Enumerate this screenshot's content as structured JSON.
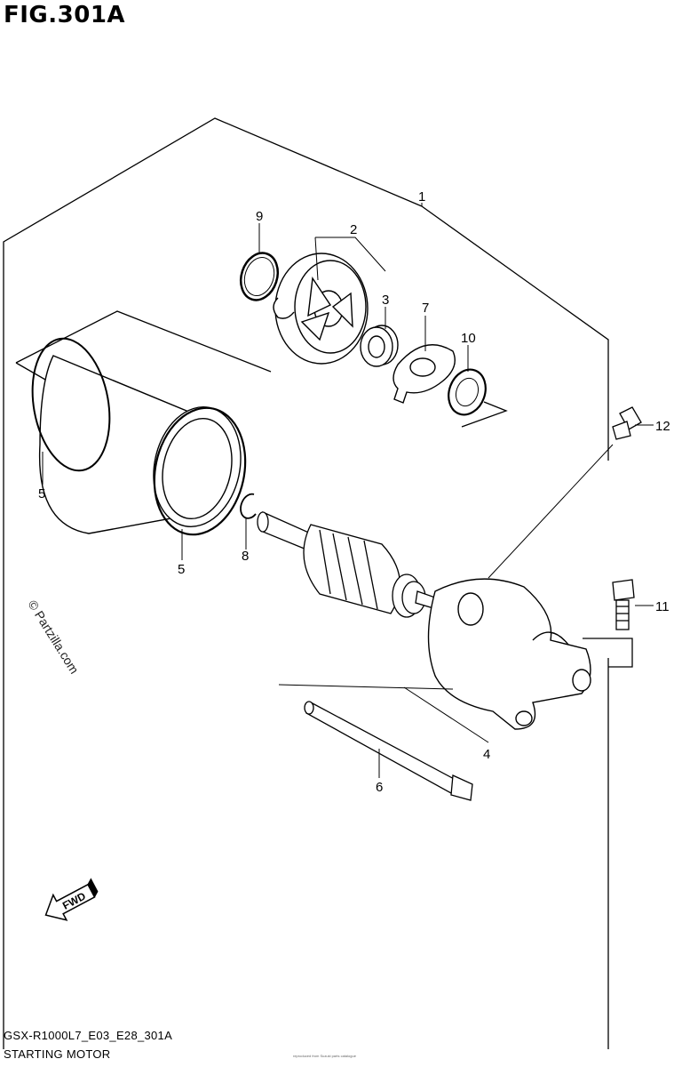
{
  "figure": {
    "title": "FIG.301A"
  },
  "callouts": [
    {
      "id": "c1",
      "label": "1"
    },
    {
      "id": "c2",
      "label": "2"
    },
    {
      "id": "c3",
      "label": "3"
    },
    {
      "id": "c4",
      "label": "4"
    },
    {
      "id": "c5a",
      "label": "5"
    },
    {
      "id": "c5b",
      "label": "5"
    },
    {
      "id": "c6",
      "label": "6"
    },
    {
      "id": "c7",
      "label": "7"
    },
    {
      "id": "c8",
      "label": "8"
    },
    {
      "id": "c9",
      "label": "9"
    },
    {
      "id": "c10",
      "label": "10"
    },
    {
      "id": "c11",
      "label": "11"
    },
    {
      "id": "c12",
      "label": "12"
    }
  ],
  "watermark": "© Partzilla.com",
  "fwd_label": "FWD",
  "footer": {
    "code": "GSX-R1000L7_E03_E28_301A",
    "caption": "STARTING MOTOR",
    "tiny": "reproduced from Suzuki parts catalogue"
  }
}
